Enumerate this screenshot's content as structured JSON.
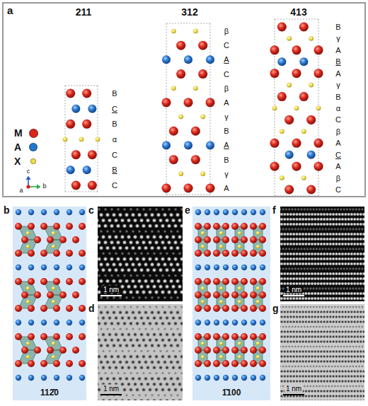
{
  "diagram": {
    "labels": [
      "a",
      "211",
      "312",
      "413",
      "B",
      "C",
      "B",
      "α",
      "C",
      "B",
      "C",
      "β",
      "C",
      "A",
      "C",
      "β",
      "A",
      "γ",
      "B",
      "A",
      "B",
      "γ",
      "A",
      "B",
      "γ",
      "A",
      "B",
      "A",
      "γ",
      "B",
      "α",
      "C",
      "β",
      "A",
      "C",
      "A",
      "β",
      "C",
      "c",
      "a",
      "b",
      "b",
      "112̄0",
      "c",
      "1 nm",
      "d",
      "1 nm",
      "e",
      "1̄100",
      "f",
      "1 nm",
      "g",
      "1 nm"
    ],
    "legend": [
      {
        "text": "M",
        "color": "#d7261e"
      },
      {
        "text": "A",
        "color": "#2277cc"
      },
      {
        "text": "X",
        "color": "#f2e14c"
      }
    ]
  }
}
